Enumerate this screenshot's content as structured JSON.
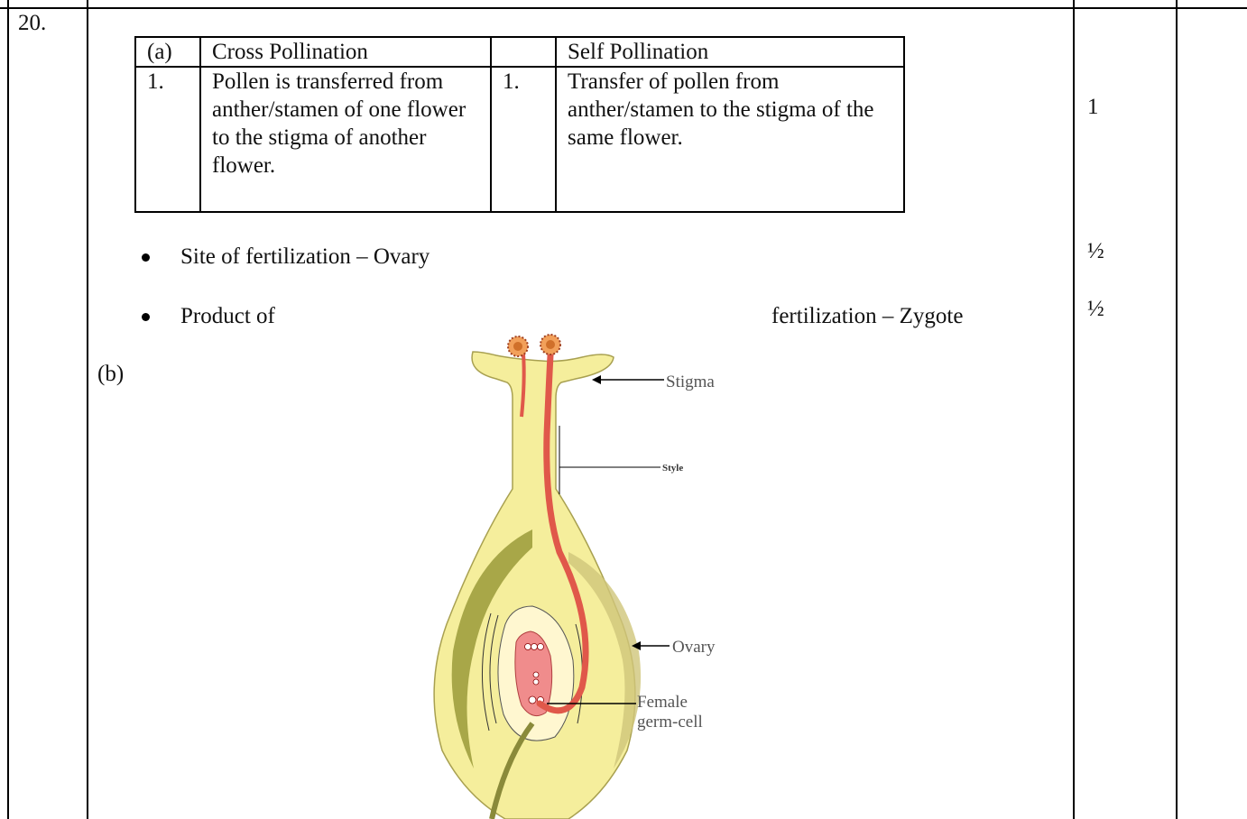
{
  "question_number": "20.",
  "part_a": {
    "label": "(a)",
    "header_left": "Cross Pollination",
    "header_right": "Self Pollination",
    "row": {
      "num_left": "1.",
      "text_left": "Pollen is transferred from anther/stamen of one flower to the stigma of another flower.",
      "num_right": "1.",
      "text_right": "Transfer of pollen from anther/stamen to the stigma of the same flower."
    },
    "bullets": [
      {
        "text": "Site of fertilization – Ovary"
      },
      {
        "text_start": "Product of",
        "text_end": "fertilization – Zygote"
      }
    ]
  },
  "part_b": {
    "label": "(b)",
    "diagram_labels": {
      "stigma": "Stigma",
      "style": "Style",
      "ovary": "Ovary",
      "female_1": "Female",
      "female_2": "germ-cell"
    }
  },
  "marks": [
    "1",
    "½",
    "½"
  ],
  "colors": {
    "petal_yellow": "#f5ee9c",
    "pollen_tube_red": "#e0584a",
    "ovule_pink": "#f08c8c",
    "olive_band": "#9a9a3a"
  }
}
